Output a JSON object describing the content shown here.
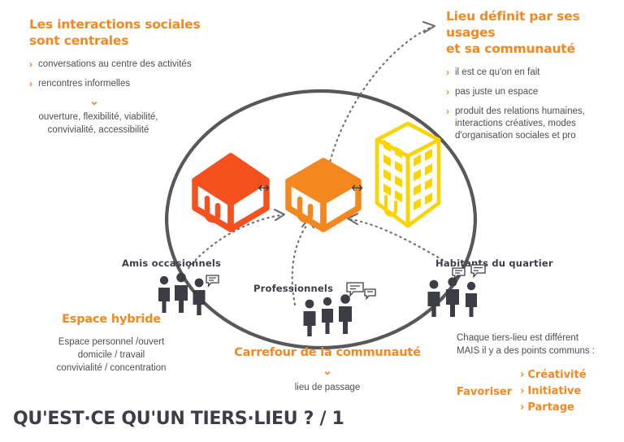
{
  "colors": {
    "orange": "#F5871F",
    "red_orange": "#F4511E",
    "yellow": "#FBD400",
    "dark_gray": "#4e4e52",
    "people_gray": "#3d3d45",
    "line_gray": "#58585b"
  },
  "top_left": {
    "heading_line1": "Les interactions sociales",
    "heading_line2": "sont centrales",
    "bullets": [
      "conversations au centre des activités",
      "rencontres informelles"
    ],
    "chevron": "›",
    "down_chevron": "⌄",
    "conclusion_line1": "ouverture, flexibilité, viabilité,",
    "conclusion_line2": "convivialité, accessibilité"
  },
  "top_right": {
    "heading_line1": "Lieu définit par ses usages",
    "heading_line2": "et sa communauté",
    "chevron": "›",
    "bullets": [
      {
        "lines": [
          "il est ce qu'on en fait"
        ]
      },
      {
        "lines": [
          "pas juste un espace"
        ]
      },
      {
        "lines": [
          "produit des relations humaines,",
          "interactions créatives, modes",
          "d'organisation sociales et pro"
        ]
      }
    ]
  },
  "diagram": {
    "icons": [
      {
        "name": "house-icon",
        "label": "maison",
        "color": "#F4511E"
      },
      {
        "name": "cube-icon",
        "label": "tiers-lieu",
        "color": "#F5871F"
      },
      {
        "name": "tower-icon",
        "label": "bureau",
        "color": "#FBD400"
      }
    ],
    "arrow_glyph": "↔"
  },
  "people_groups": [
    {
      "name": "amis-occasionnels",
      "label": "Amis occasionnels",
      "count": 3,
      "bubbles": 1
    },
    {
      "name": "professionnels",
      "label": "Professionnels",
      "count": 3,
      "bubbles": 2
    },
    {
      "name": "habitants-du-quartier",
      "label": "Habitants du quartier",
      "count": 3,
      "bubbles": 2
    }
  ],
  "bottom_left": {
    "heading": "Espace hybride",
    "lines": [
      "Espace personnel /ouvert",
      "domicile / travail",
      "convivialité / concentration"
    ]
  },
  "bottom_center": {
    "heading": "Carrefour de la communauté",
    "down_chevron": "⌄",
    "sub": "lieu de passage"
  },
  "bottom_right": {
    "line1": "Chaque tiers-lieu est différent",
    "line2": "MAIS il y a des points communs :",
    "favoriser_label": "Favoriser",
    "chevron": "›",
    "items": [
      "Créativité",
      "Initiative",
      "Partage"
    ]
  },
  "footer": {
    "title": "QU'EST·CE QU'UN TIERS·LIEU ? / 1"
  }
}
